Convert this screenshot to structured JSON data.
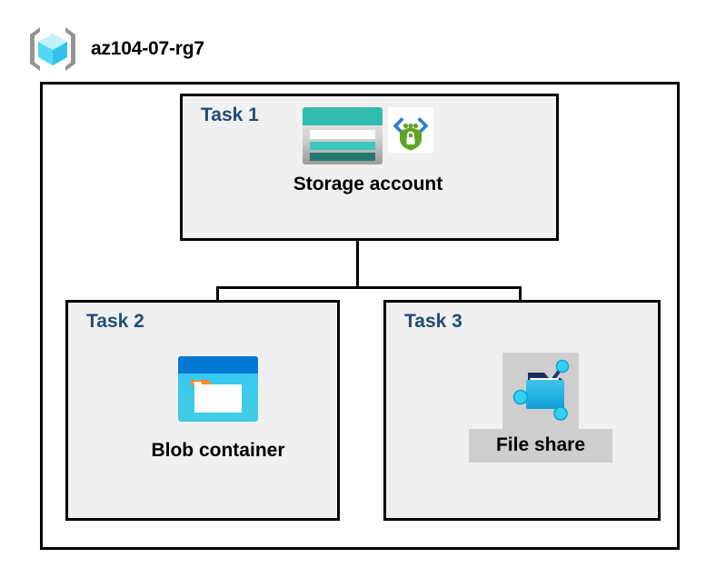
{
  "header": {
    "icon": "resource-group-icon",
    "title": "az104-07-rg7"
  },
  "group": {
    "name": "resource-group-container"
  },
  "tasks": [
    {
      "id": "task-1",
      "label": "Task 1",
      "node": {
        "caption": "Storage account",
        "icons": [
          "storage-account-icon",
          "encryption-shield-icon"
        ],
        "highlighted": false
      }
    },
    {
      "id": "task-2",
      "label": "Task 2",
      "node": {
        "caption": "Blob container",
        "icons": [
          "blob-container-icon"
        ],
        "highlighted": false
      }
    },
    {
      "id": "task-3",
      "label": "Task 3",
      "node": {
        "caption": "File share",
        "icons": [
          "file-share-icon"
        ],
        "highlighted": true
      }
    }
  ],
  "connectors": [
    {
      "name": "storage-to-split",
      "from": "Storage account",
      "to": "split"
    },
    {
      "name": "split-to-blob",
      "from": "split",
      "to": "Blob container"
    },
    {
      "name": "split-to-fileshare",
      "from": "split",
      "to": "File share"
    }
  ],
  "colors": {
    "task_label": "#1f4e79",
    "box_border": "#000000",
    "task_fill": "#f0f0f0",
    "page_background": "#ffffff",
    "highlight": "#cecece",
    "storage_teal": "#32bcad",
    "storage_teal_dark": "#23786e",
    "blob_blue": "#0078d4",
    "blob_cyan": "#32c8f0",
    "blob_orange": "#f7892b",
    "shield_green": "#5fa424",
    "cube_cyan": "#9cebfa",
    "bracket_gray": "#949494"
  }
}
